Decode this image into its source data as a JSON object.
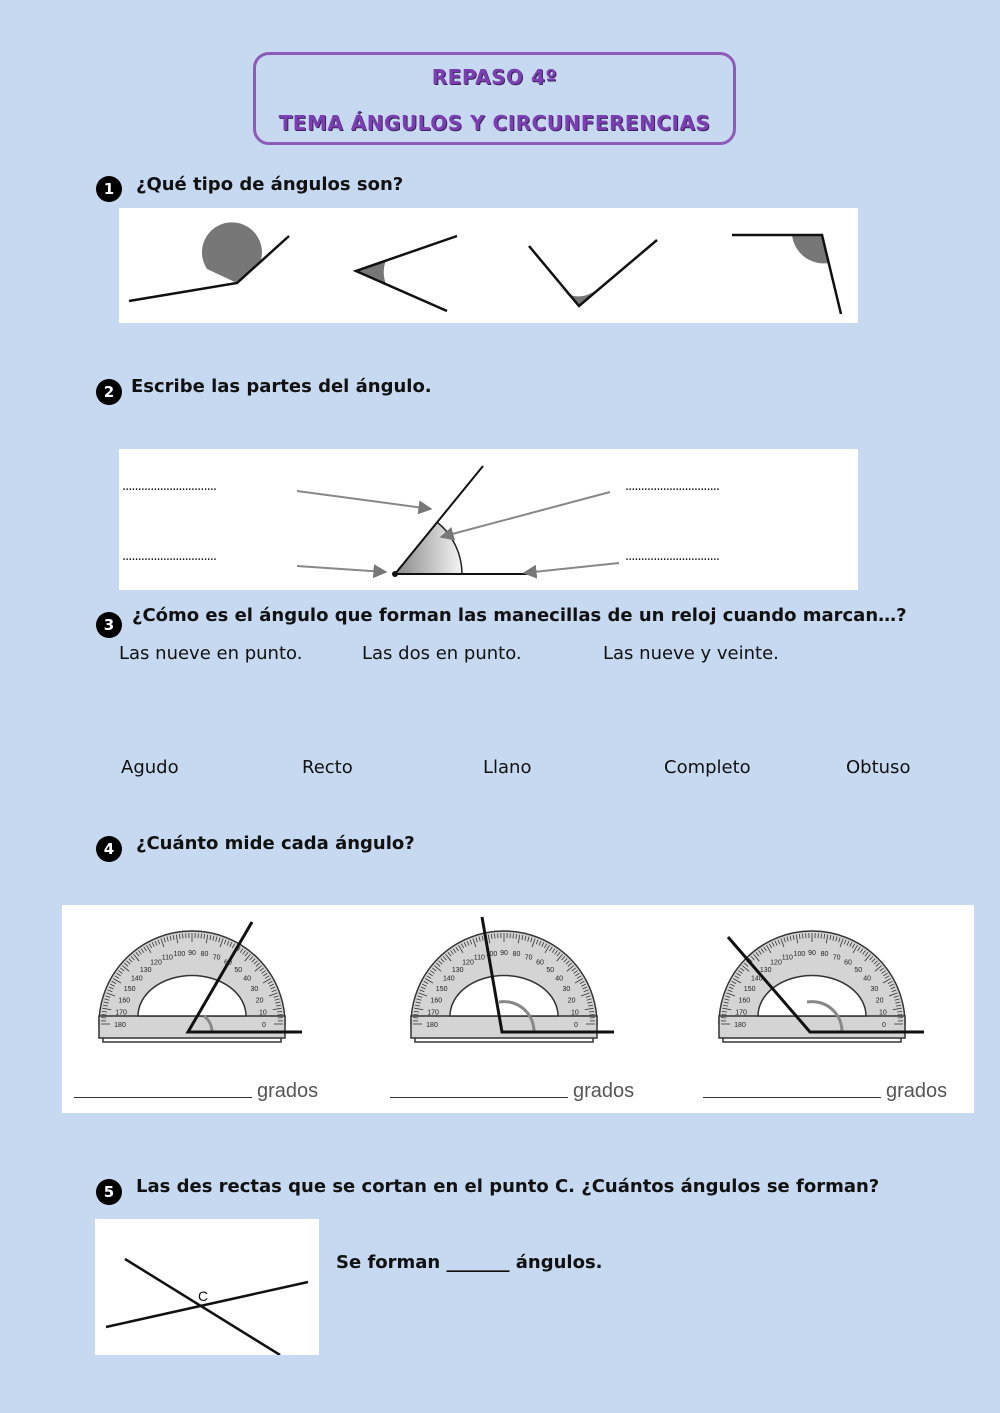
{
  "header": {
    "line1": "REPASO 4º",
    "line2": "TEMA ÁNGULOS Y CIRCUNFERENCIAS"
  },
  "q1": {
    "number": "1",
    "text": "¿Qué tipo de ángulos son?"
  },
  "q2": {
    "number": "2",
    "text": "Escribe las partes del ángulo.",
    "blank_top_left": "..............................",
    "blank_bottom_left": "..............................",
    "blank_top_right": "..............................",
    "blank_bottom_right": ".............................."
  },
  "q3": {
    "number": "3",
    "text": "¿Cómo es el ángulo que forman las manecillas de un reloj cuando marcan…?",
    "times": [
      "Las nueve en punto.",
      "Las dos en punto.",
      "Las nueve y veinte."
    ],
    "options": [
      "Agudo",
      "Recto",
      "Llano",
      "Completo",
      "Obtuso"
    ]
  },
  "q4": {
    "number": "4",
    "text": "¿Cuánto mide cada ángulo?",
    "unit": "grados",
    "scale_outer": [
      "0",
      "10",
      "20",
      "30",
      "40",
      "50",
      "60",
      "70",
      "80",
      "90",
      "100",
      "110",
      "120",
      "130",
      "140",
      "150",
      "160",
      "170",
      "180"
    ]
  },
  "q5": {
    "number": "5",
    "text": "Las des rectas que se cortan en el punto C. ¿Cuántos ángulos se forman?",
    "answer": "Se forman _______ ángulos.",
    "point_label": "C"
  }
}
